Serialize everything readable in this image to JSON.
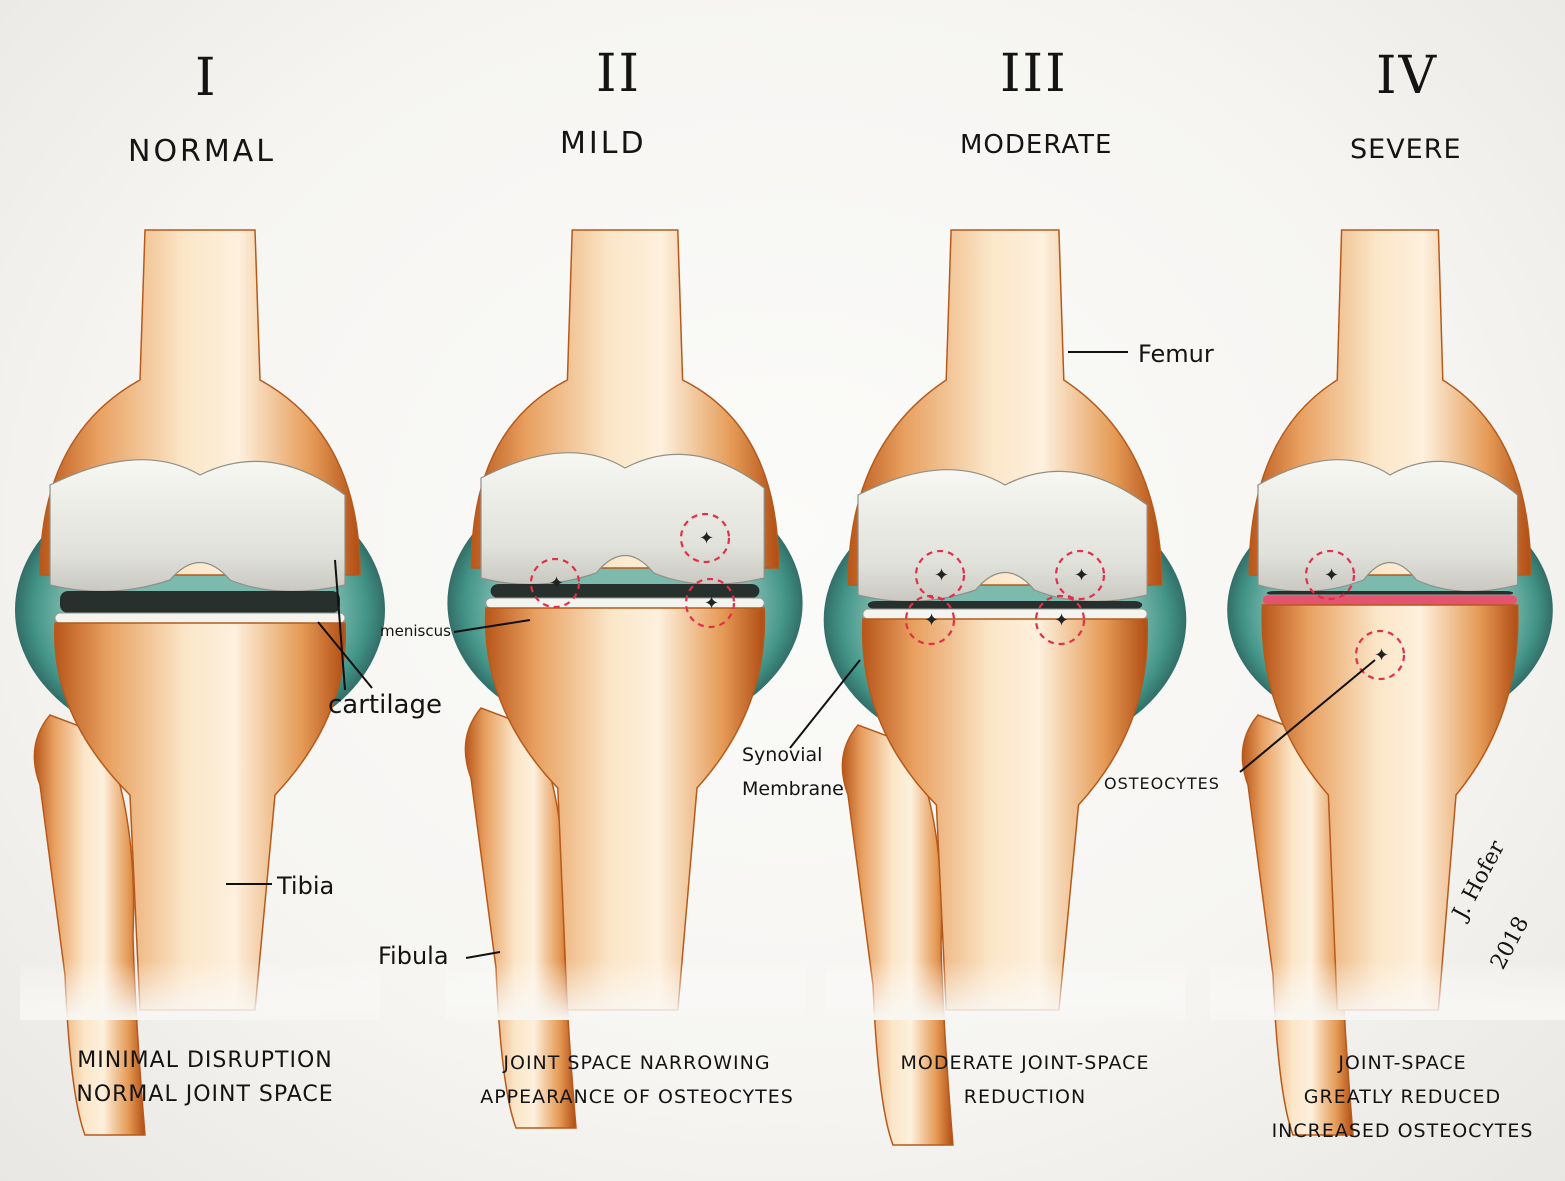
{
  "stages": [
    {
      "numeral": "I",
      "name": "NORMAL",
      "caption": [
        "MINIMAL DISRUPTION",
        "NORMAL JOINT SPACE"
      ]
    },
    {
      "numeral": "II",
      "name": "MILD",
      "caption": [
        "JOINT SPACE NARROWING",
        "APPEARANCE OF OSTEOCYTES"
      ]
    },
    {
      "numeral": "III",
      "name": "MODERATE",
      "caption": [
        "MODERATE JOINT-SPACE",
        "REDUCTION"
      ]
    },
    {
      "numeral": "IV",
      "name": "SEVERE",
      "caption": [
        "JOINT-SPACE",
        "GREATLY REDUCED",
        "INCREASED OSTEOCYTES"
      ]
    }
  ],
  "labels": {
    "femur": "Femur",
    "tibia": "Tibia",
    "fibula": "Fibula",
    "meniscus": "meniscus",
    "cartilage": "cartilage",
    "synovial_membrane": [
      "Synovial",
      "Membrane"
    ],
    "osteocytes": "OSTEOCYTES"
  },
  "signature": {
    "name": "J. Hofer",
    "year": "2018"
  },
  "colors": {
    "bone": "#f1c58c",
    "bone_shade": "#c9661f",
    "cartilage": "#e6e6e1",
    "synovium": "#2f8a7c",
    "osteocyte_marker": "#e0304a",
    "inflamed_cartilage": "#e25470"
  }
}
